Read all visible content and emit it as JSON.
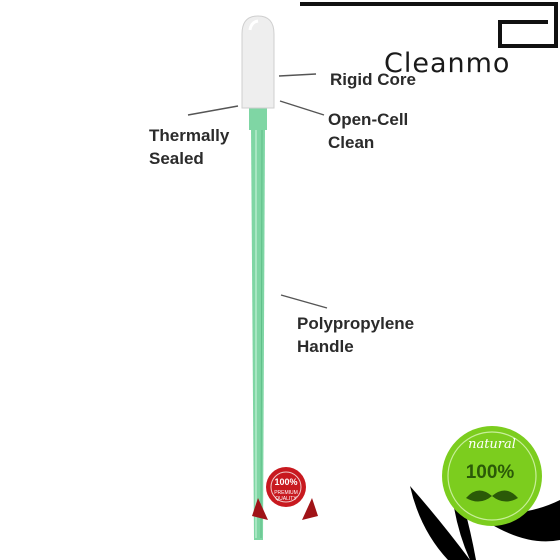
{
  "brand": "Cleanmo",
  "labels": {
    "rigid_core": "Rigid Core",
    "open_cell_line1": "Open-Cell",
    "open_cell_line2": "Clean",
    "thermally_line1": "Thermally",
    "thermally_line2": "Sealed",
    "handle_line1": "Polypropylene",
    "handle_line2": "Handle"
  },
  "seal_red": "100% PREMIUM QUALITY",
  "seal_green_word": "natural",
  "seal_green_value": "100%",
  "colors": {
    "handle": "#7fd6a4",
    "tip": "#eeeeee",
    "leader": "#555555",
    "seal_red": "#c8191f",
    "seal_green": "#7ccd1e",
    "frame": "#111111"
  }
}
